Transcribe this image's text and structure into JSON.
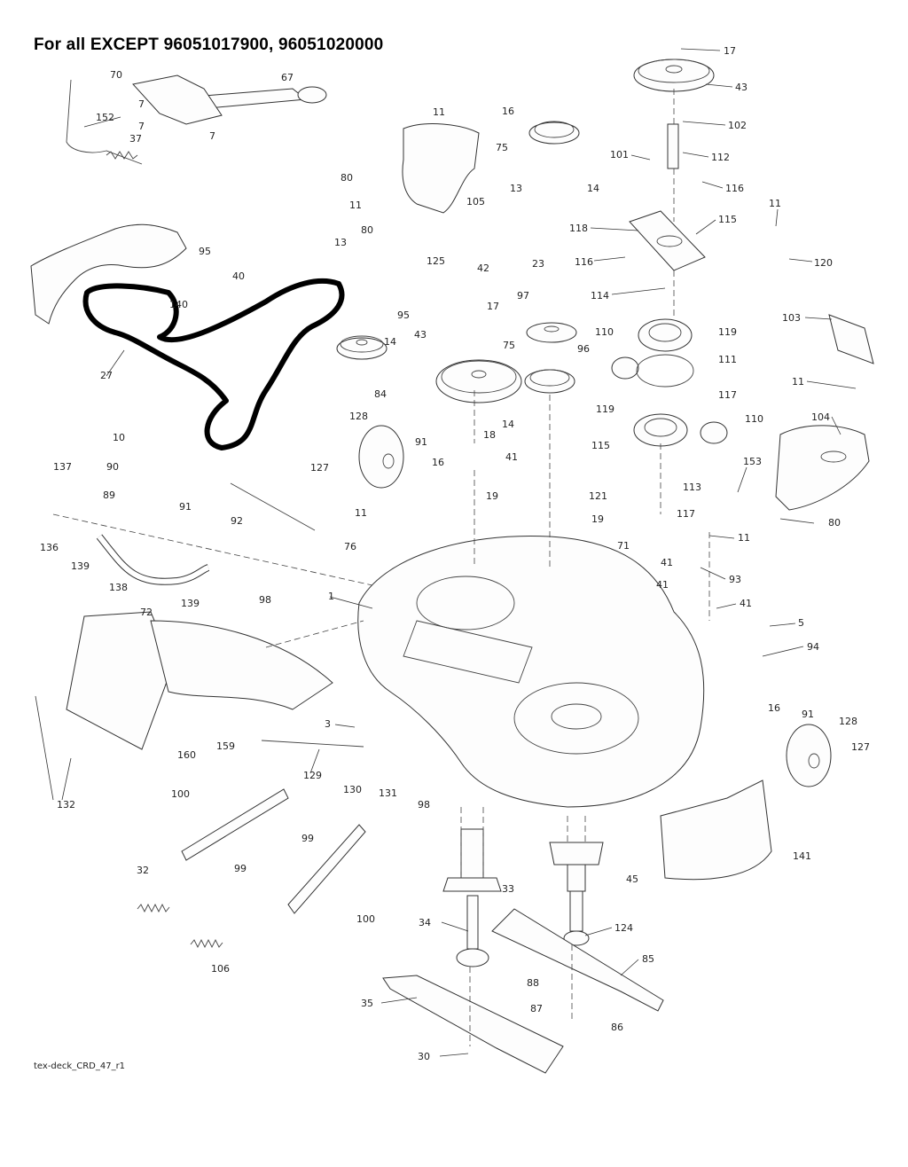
{
  "header": {
    "title": "For all EXCEPT 96051017900, 96051020000"
  },
  "footer": {
    "drawing_id": "tex-deck_CRD_47_r1"
  },
  "callouts": [
    "17",
    "43",
    "102",
    "112",
    "116",
    "101",
    "118",
    "115",
    "11",
    "120",
    "116",
    "114",
    "103",
    "11",
    "104",
    "153",
    "80",
    "11",
    "93",
    "41",
    "5",
    "94",
    "16",
    "91",
    "128",
    "127",
    "141",
    "16",
    "75",
    "13",
    "14",
    "11",
    "105",
    "80",
    "11",
    "80",
    "13",
    "125",
    "42",
    "95",
    "14",
    "23",
    "97",
    "17",
    "43",
    "96",
    "75",
    "84",
    "18",
    "19",
    "14",
    "41",
    "110",
    "119",
    "111",
    "119",
    "110",
    "117",
    "115",
    "113",
    "121",
    "19",
    "117",
    "70",
    "67",
    "7",
    "7",
    "37",
    "7",
    "152",
    "95",
    "40",
    "140",
    "27",
    "128",
    "91",
    "16",
    "127",
    "10",
    "90",
    "89",
    "91",
    "92",
    "137",
    "136",
    "139",
    "138",
    "139",
    "11",
    "76",
    "71",
    "41",
    "41",
    "1",
    "98",
    "72",
    "3",
    "132",
    "160",
    "159",
    "129",
    "130",
    "131",
    "98",
    "100",
    "99",
    "99",
    "100",
    "32",
    "106",
    "33",
    "45",
    "34",
    "124",
    "85",
    "88",
    "87",
    "86",
    "35",
    "30"
  ]
}
